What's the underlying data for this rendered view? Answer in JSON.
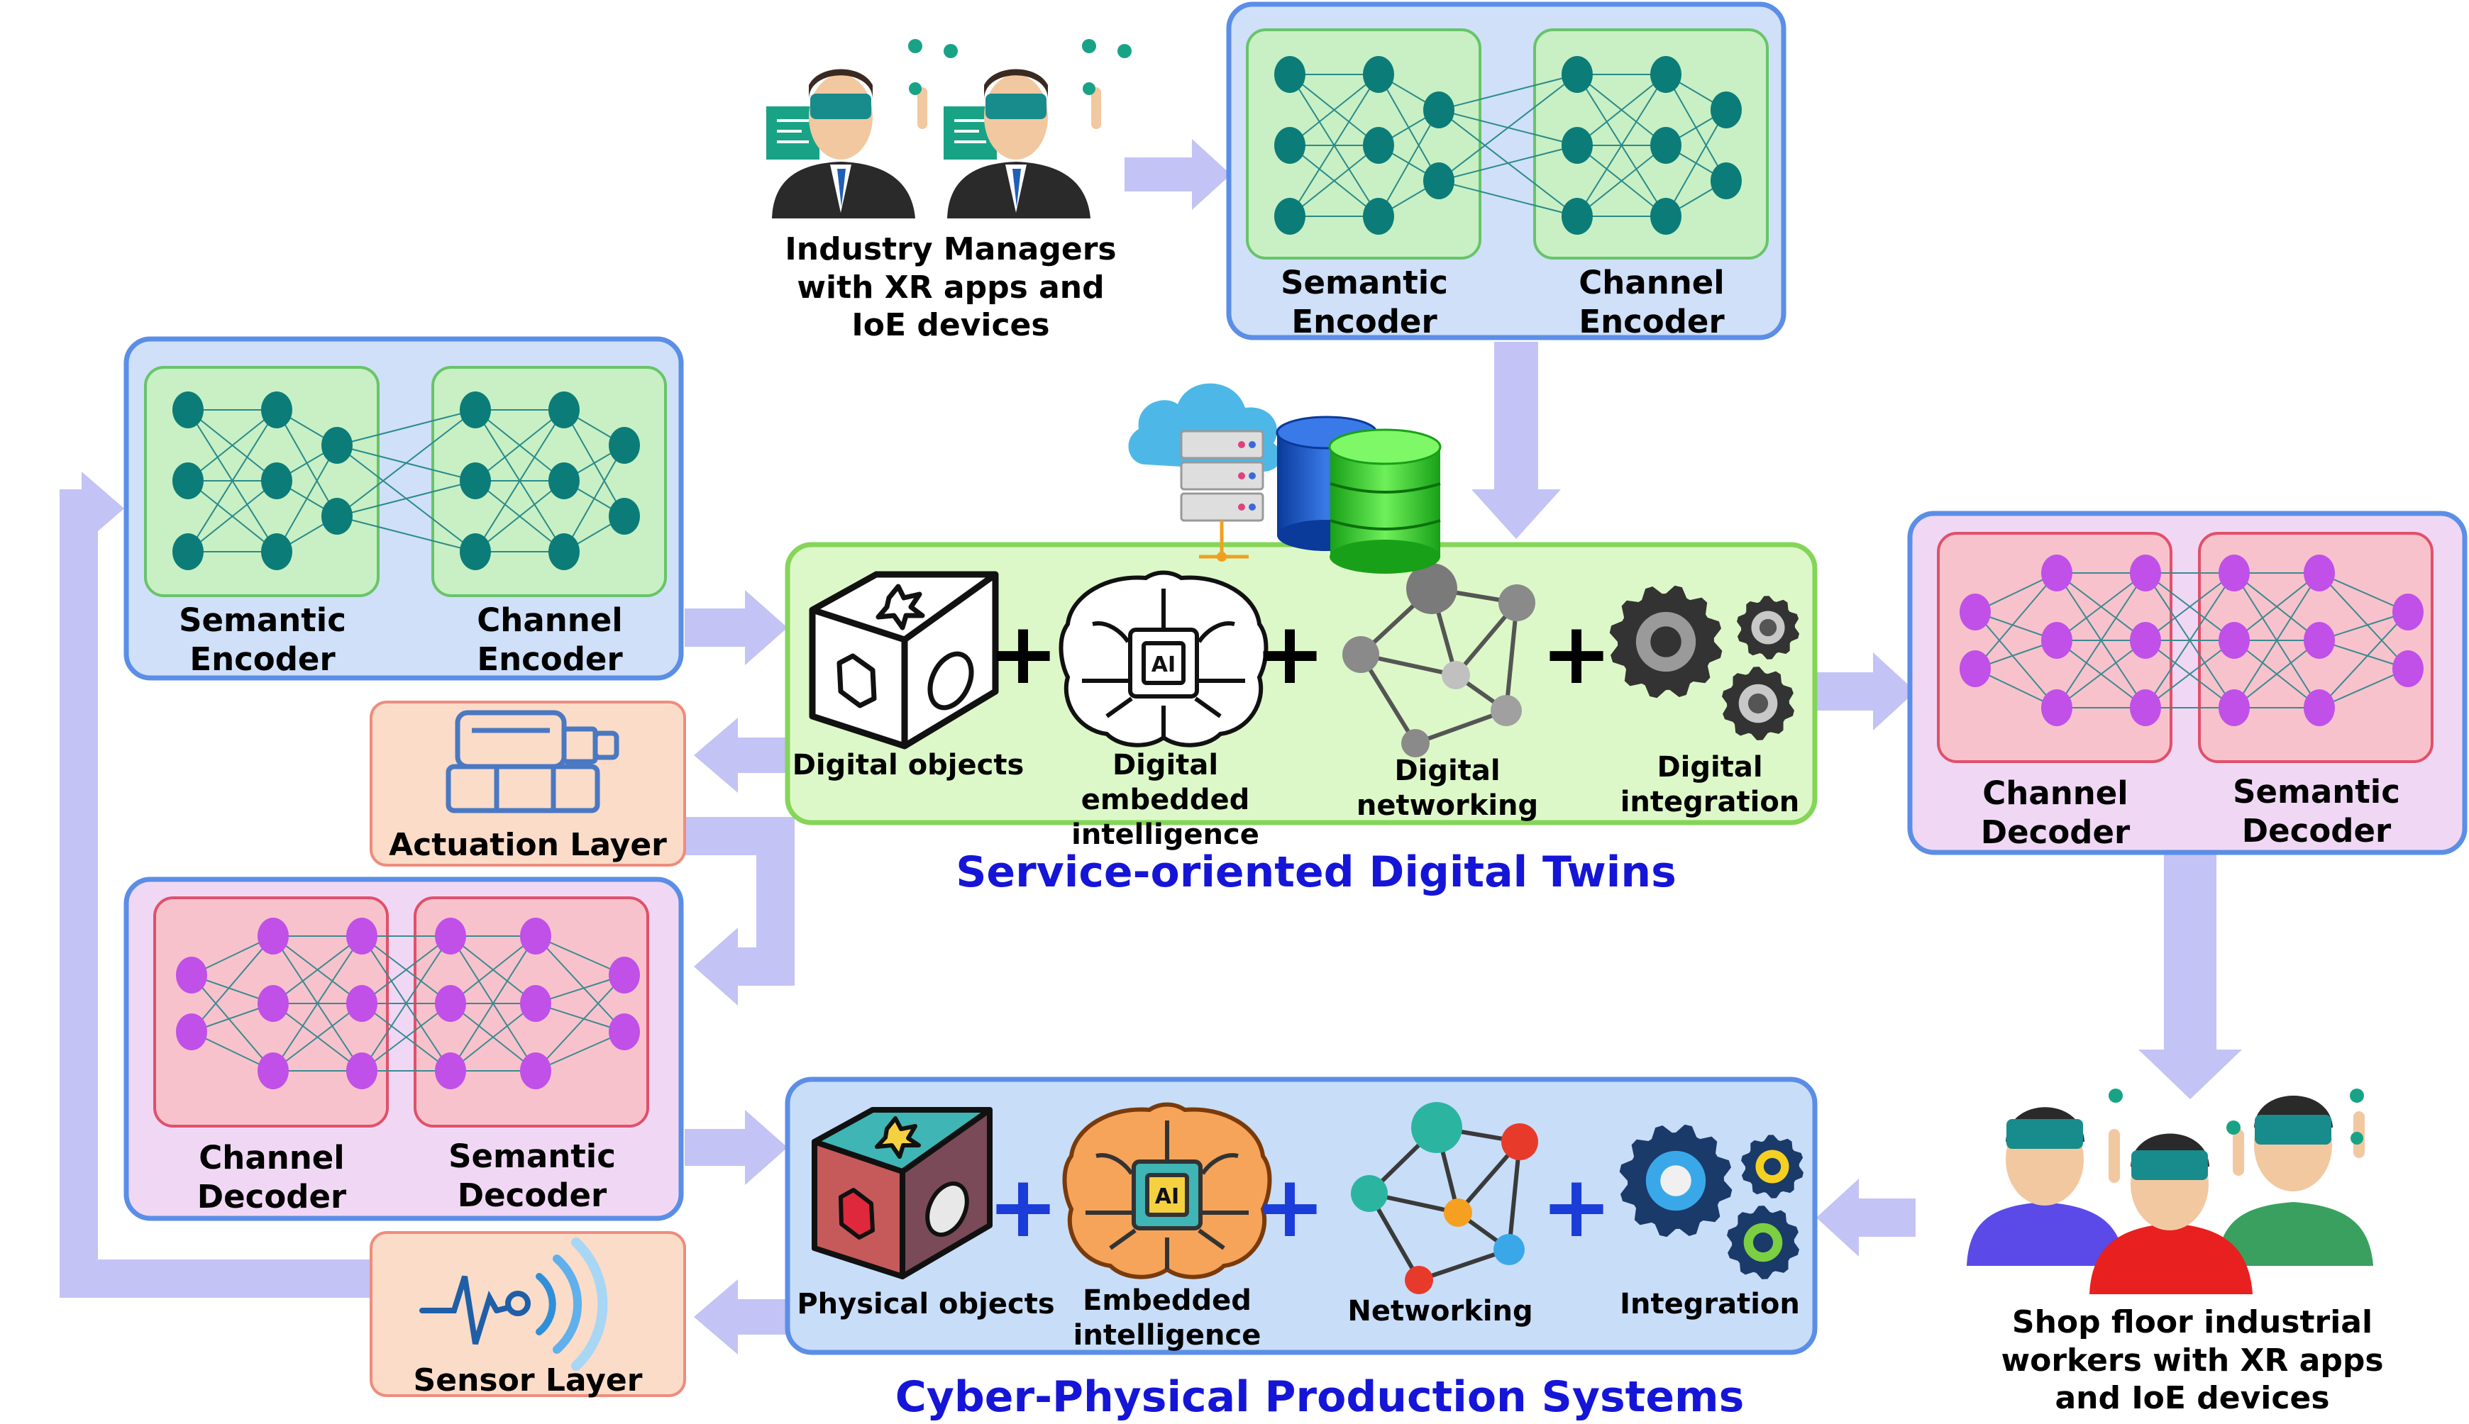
{
  "managers": {
    "label": "Industry Managers with XR apps and IoE devices"
  },
  "top_encoder": {
    "semantic": "Semantic Encoder",
    "channel": "Channel Encoder"
  },
  "left_encoder": {
    "semantic": "Semantic Encoder",
    "channel": "Channel Encoder"
  },
  "left_decoder": {
    "channel": "Channel Decoder",
    "semantic": "Semantic Decoder"
  },
  "right_decoder": {
    "channel": "Channel Decoder",
    "semantic": "Semantic Decoder"
  },
  "actuation": {
    "label": "Actuation Layer"
  },
  "sensor": {
    "label": "Sensor Layer"
  },
  "digital_twins": {
    "title": "Service-oriented Digital Twins",
    "items": [
      "Digital objects",
      "Digital embedded intelligence",
      "Digital networking",
      "Digital integration"
    ]
  },
  "cpps": {
    "title": "Cyber-Physical Production Systems",
    "items": [
      "Physical objects",
      "Embedded intelligence",
      "Networking",
      "Integration"
    ]
  },
  "workers": {
    "label": "Shop floor industrial workers with XR apps and IoE devices"
  },
  "chip_text": "AI",
  "plus": "+",
  "colors": {
    "arrow": "#c3c3f5",
    "encoder_outer": "#cfe0f8",
    "encoder_inner": "#c8f0c4",
    "decoder_outer": "#f0d8f5",
    "decoder_inner": "#f8c2cc",
    "dt_box": "#ddf8c8",
    "cpps_box": "#c8ddf8",
    "layer_box": "#fbdcc8",
    "title": "#1515d8"
  }
}
